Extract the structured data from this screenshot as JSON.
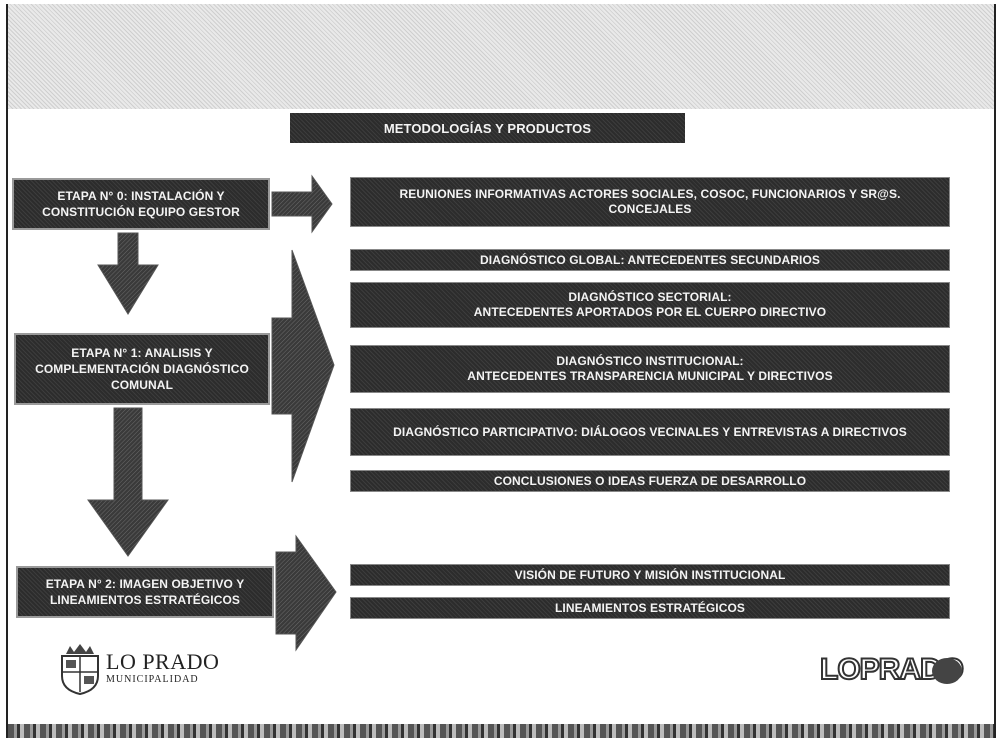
{
  "header": {
    "title": "METODOLOGÍAS  Y  PRODUCTOS"
  },
  "stages": [
    {
      "label": "ETAPA N° 0: INSTALACIÓN Y CONSTITUCIÓN EQUIPO GESTOR"
    },
    {
      "label": "ETAPA N° 1:  ANALISIS Y COMPLEMENTACIÓN DIAGNÓSTICO COMUNAL"
    },
    {
      "label": "ETAPA N° 2: IMAGEN OBJETIVO Y LINEAMIENTOS ESTRATÉGICOS"
    }
  ],
  "products": [
    {
      "label": "REUNIONES INFORMATIVAS ACTORES SOCIALES, COSOC, FUNCIONARIOS Y SR@S. CONCEJALES"
    },
    {
      "label": "DIAGNÓSTICO GLOBAL: ANTECEDENTES SECUNDARIOS"
    },
    {
      "label": "DIAGNÓSTICO SECTORIAL:\nANTECEDENTES APORTADOS POR EL CUERPO DIRECTIVO"
    },
    {
      "label": "DIAGNÓSTICO INSTITUCIONAL:\nANTECEDENTES TRANSPARENCIA MUNICIPAL Y DIRECTIVOS"
    },
    {
      "label": "DIAGNÓSTICO PARTICIPATIVO: DIÁLOGOS VECINALES Y  ENTREVISTAS A DIRECTIVOS"
    },
    {
      "label": "CONCLUSIONES O IDEAS FUERZA DE DESARROLLO"
    },
    {
      "label": "VISIÓN DE FUTURO Y MISIÓN INSTITUCIONAL"
    },
    {
      "label": "LINEAMIENTOS ESTRATÉGICOS"
    }
  ],
  "logos": {
    "left_name": "LO PRADO",
    "left_sub": "MUNICIPALIDAD",
    "right_text": "LOPRADO",
    "seal_icon": "municipal-seal-icon",
    "badge_icon": "logo-badge-icon"
  },
  "colors": {
    "box_fill": "#2c2c2c",
    "arrow_fill": "#3a3a3a",
    "text": "#f4f4f4"
  }
}
